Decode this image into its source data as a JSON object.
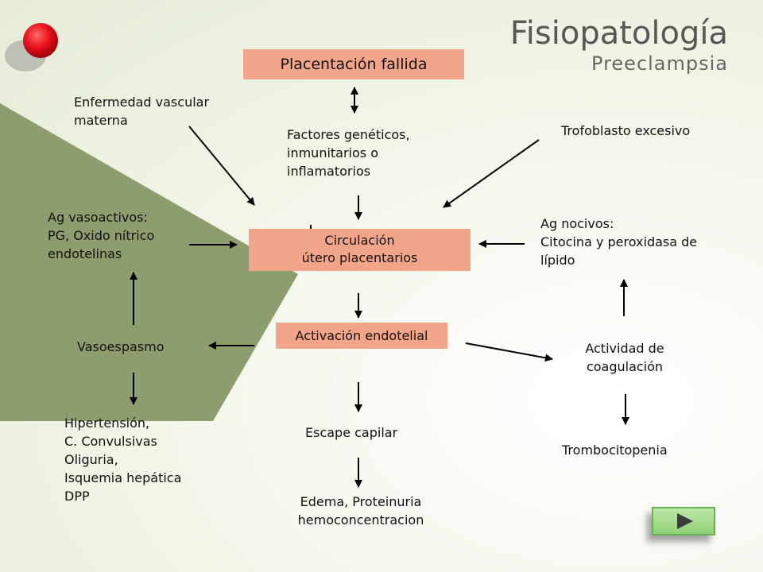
{
  "title": "Fisiopatología",
  "subtitle": "Preeclampsia",
  "nodes": {
    "placentacion": "Placentación fallida",
    "enfermedad": "Enfermedad vascular\nmaterna",
    "factores": "Factores genéticos,\ninmunitarios o\ninflamatorios",
    "trofoblasto": "Trofoblasto excesivo",
    "ag_vasoactivos": "Ag vasoactivos:\nPG, Oxido nítrico\nendotelinas",
    "circulacion": "Circulación\nútero placentarios",
    "ag_nocivos": "Ag nocivos:\nCitocina y peroxidasa de\nlípido",
    "activacion": "Activación endotelial",
    "vasoespasmo": "Vasoespasmo",
    "actividad": "Actividad de\ncoagulación",
    "hipertension": "Hipertensión,\nC. Convulsivas\nOliguria,\nIsquemia hepática\nDPP",
    "escape": "Escape capilar",
    "trombocitopenia": "Trombocitopenia",
    "edema": "Edema, Proteinuria\nhemoconcentracion"
  },
  "colors": {
    "box_fill": "#f3a58a",
    "green_shape": "#8e9d6e",
    "red_dot": "#e8101a",
    "nav_button": "#8fd074"
  },
  "icons": {
    "decoration": "red-circle",
    "nav": "play-next-icon"
  }
}
